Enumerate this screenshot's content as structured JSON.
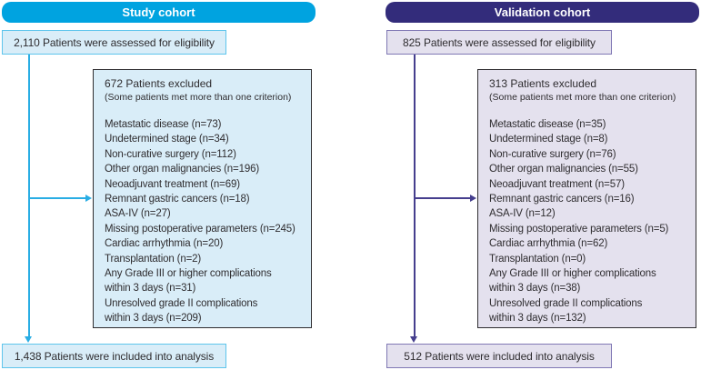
{
  "colors": {
    "study_header_bg": "#00a3e0",
    "study_fill": "#d9edf8",
    "study_border": "#5ec5ec",
    "study_arrow": "#29ade4",
    "validation_header_bg": "#332c7b",
    "validation_fill": "#e4e1ee",
    "validation_border": "#8078b4",
    "validation_arrow": "#453e8e",
    "text": "#2f2d30"
  },
  "study": {
    "header_label": "Study cohort",
    "assessed_text": "2,110 Patients were assessed for eligibility",
    "excluded_title": "672 Patients excluded",
    "excluded_note": "(Some patients met more than one criterion)",
    "exclusions": [
      "Metastatic disease (n=73)",
      "Undetermined stage (n=34)",
      "Non-curative surgery (n=112)",
      "Other organ malignancies (n=196)",
      "Neoadjuvant treatment (n=69)",
      "Remnant gastric cancers (n=18)",
      "ASA-IV (n=27)",
      "Missing postoperative parameters (n=245)",
      "Cardiac arrhythmia (n=20)",
      "Transplantation (n=2)",
      "Any Grade III or higher complications",
      "within 3 days (n=31)",
      "Unresolved grade II complications",
      "within 3 days (n=209)"
    ],
    "included_text": "1,438 Patients were included into analysis"
  },
  "validation": {
    "header_label": "Validation cohort",
    "assessed_text": "825 Patients were assessed for eligibility",
    "excluded_title": "313 Patients excluded",
    "excluded_note": "(Some patients met more than one criterion)",
    "exclusions": [
      "Metastatic disease (n=35)",
      "Undetermined stage (n=8)",
      "Non-curative surgery (n=76)",
      "Other organ malignancies (n=55)",
      "Neoadjuvant treatment (n=57)",
      "Remnant gastric cancers (n=16)",
      "ASA-IV (n=12)",
      "Missing postoperative parameters (n=5)",
      "Cardiac arrhythmia (n=62)",
      "Transplantation (n=0)",
      "Any Grade III or higher complications",
      "within 3 days (n=38)",
      "Unresolved grade II complications",
      "within 3 days (n=132)"
    ],
    "included_text": "512 Patients were included into analysis"
  }
}
